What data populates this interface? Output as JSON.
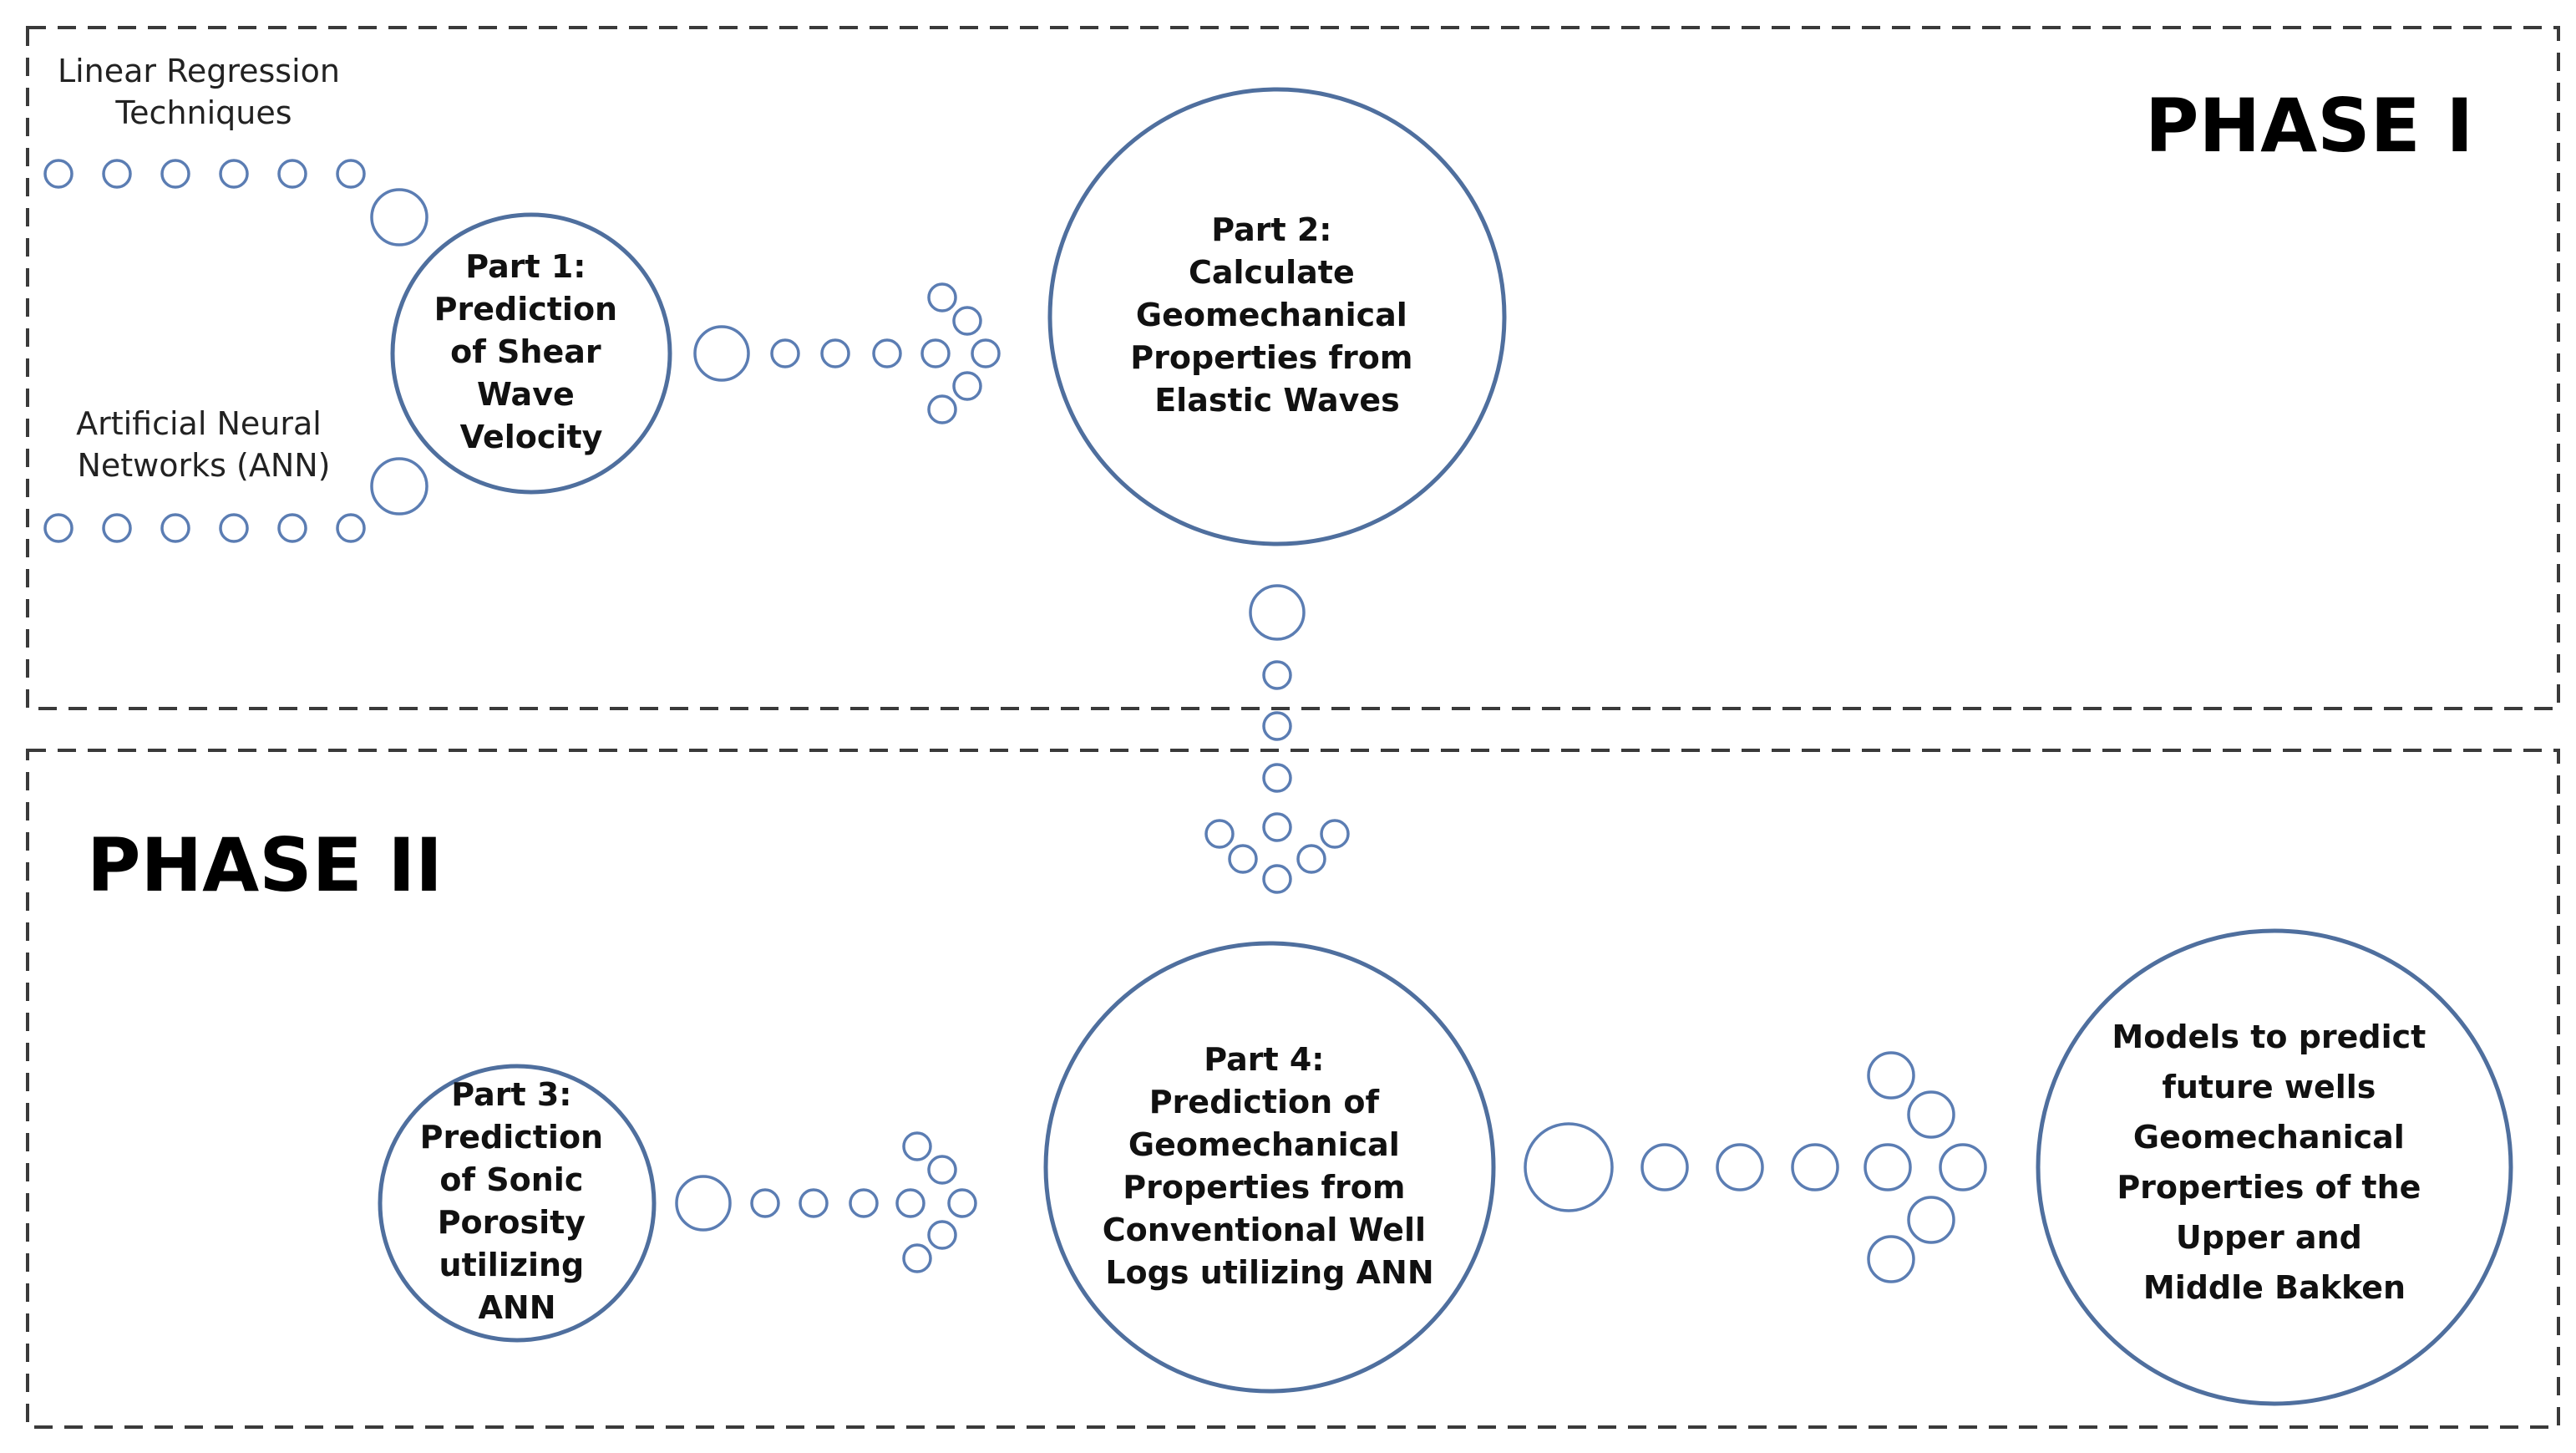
{
  "phases": {
    "phase1": {
      "title": "PHASE I"
    },
    "phase2": {
      "title": "PHASE II"
    }
  },
  "inputs": {
    "linear": {
      "lines": [
        "Linear Regression",
        "Techniques"
      ]
    },
    "ann": {
      "lines": [
        "Artificial Neural",
        "Networks (ANN)"
      ]
    }
  },
  "nodes": {
    "part1": {
      "lines": [
        "Part 1:",
        "Prediction",
        "of Shear",
        "Wave",
        "Velocity"
      ]
    },
    "part2": {
      "lines": [
        "Part 2:",
        "Calculate",
        "Geomechanical",
        "Properties from",
        "Elastic Waves"
      ]
    },
    "part3": {
      "lines": [
        "Part 3:",
        "Prediction",
        "of Sonic",
        "Porosity",
        "utilizing",
        "ANN"
      ]
    },
    "part4": {
      "lines": [
        "Part 4:",
        "Prediction of",
        "Geomechanical",
        "Properties from",
        "Conventional Well",
        "Logs utilizing ANN"
      ]
    },
    "output": {
      "lines": [
        "Models to predict",
        "future wells",
        "Geomechanical",
        "Properties of the",
        "Upper and",
        "Middle Bakken"
      ]
    }
  },
  "colors": {
    "node_stroke": "#4f6f9e",
    "dot_stroke": "#5b7db3",
    "dash_border": "#3a3a3a"
  }
}
